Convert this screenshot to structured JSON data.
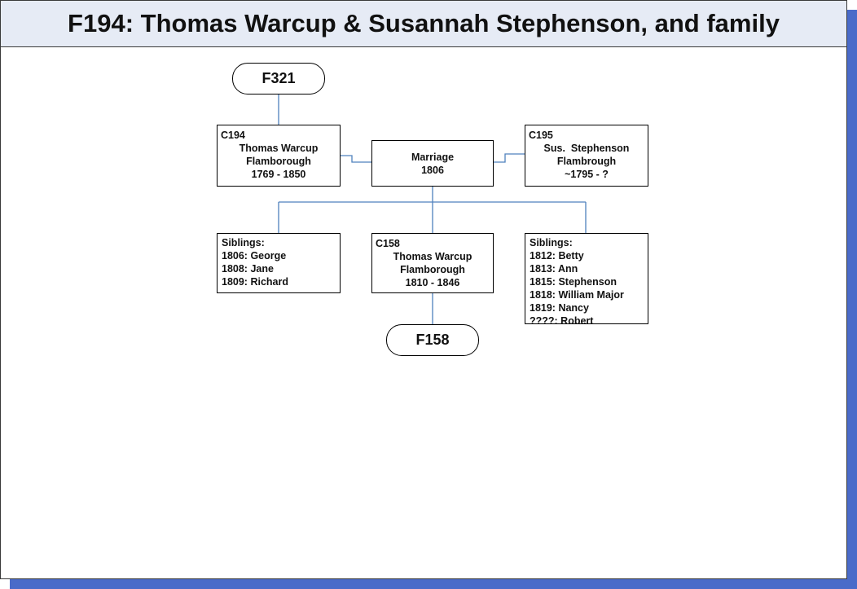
{
  "title": "F194: Thomas Warcup & Susannah Stephenson, and family",
  "parent_family_link": "F321",
  "child_family_link": "F158",
  "husband": {
    "id": "C194",
    "name": "Thomas Warcup",
    "place": "Flamborough",
    "dates": "1769 - 1850"
  },
  "wife": {
    "id": "C195",
    "name": "Sus.  Stephenson",
    "place": "Flambrough",
    "dates": "~1795 - ?"
  },
  "marriage": {
    "label": "Marriage",
    "year": "1806"
  },
  "child": {
    "id": "C158",
    "name": "Thomas Warcup",
    "place": "Flamborough",
    "dates": "1810 - 1846"
  },
  "siblings_left": {
    "heading": "Siblings:",
    "items": [
      "1806: George",
      "1808: Jane",
      "1809: Richard"
    ]
  },
  "siblings_right": {
    "heading": "Siblings:",
    "items": [
      "1812: Betty",
      "1813: Ann",
      "1815: Stephenson",
      "1818: William Major",
      "1819: Nancy",
      "????: Robert"
    ]
  },
  "colors": {
    "connector": "#4f81bd",
    "shadow": "#4a6bc9",
    "title_bg": "#e6ebf5"
  }
}
